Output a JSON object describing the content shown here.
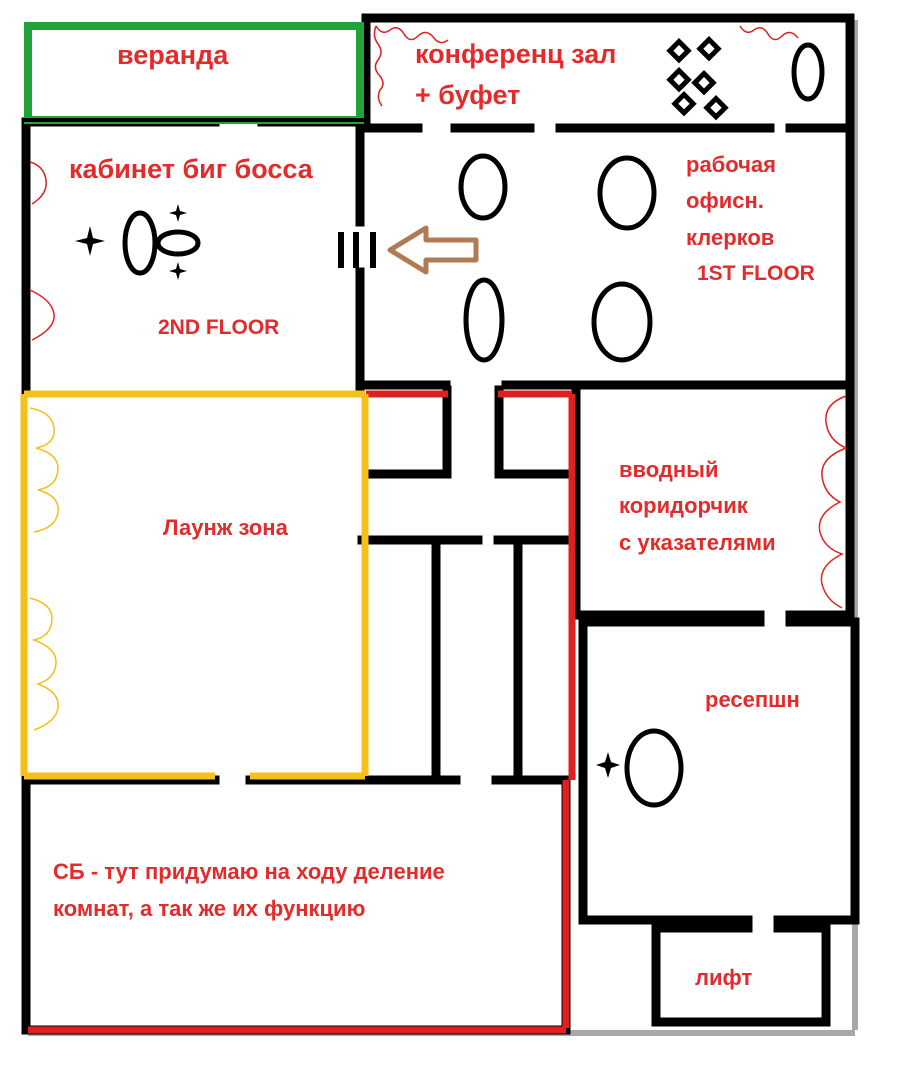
{
  "colors": {
    "wall": "#000000",
    "label": "#e32b2b",
    "veranda_wall": "#22a33a",
    "lounge_wall": "#f5c018",
    "red_wall": "#e02020",
    "arrow": "#b07b52",
    "edge_shadow": "#a8a8a8"
  },
  "rooms": {
    "veranda": "веранда",
    "conference": [
      "конференц зал",
      "+ буфет"
    ],
    "boss_office": "кабинет биг босса",
    "second_floor": "2ND FLOOR",
    "clerks_office": [
      "рабочая",
      "офисн.",
      "клерков"
    ],
    "first_floor": "1ST FLOOR",
    "lounge": "Лаунж зона",
    "entry_corridor": [
      "вводный",
      "коридорчик",
      "с указателями"
    ],
    "reception": "ресепшн",
    "security": [
      "СБ - тут придумаю на ходу деление",
      "комнат, а так же их функцию"
    ],
    "elevator": "лифт"
  },
  "icons": [
    "conference-table-icon",
    "conference-chair-icon",
    "boss-desk-icon",
    "boss-chair-icon",
    "staircase-icon",
    "direction-arrow-icon",
    "clerk-desk-icon",
    "reception-desk-icon",
    "curtain-icon"
  ]
}
